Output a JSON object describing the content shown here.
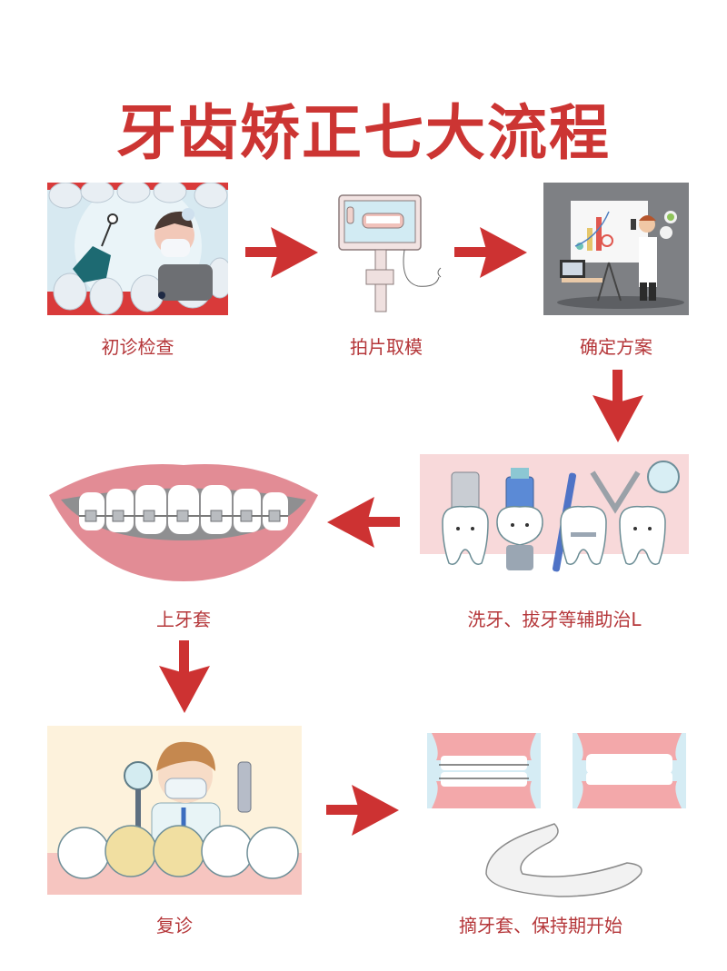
{
  "title": "牙齿矫正七大流程",
  "colors": {
    "title": "#cc3533",
    "caption": "#b5373a",
    "arrow": "#cd3232"
  },
  "steps": [
    {
      "order": 1,
      "label": "初诊检查",
      "image": "dentist-examining-patient-illustration"
    },
    {
      "order": 2,
      "label": "拍片取模",
      "image": "intraoral-scanner-monitor-illustration"
    },
    {
      "order": 3,
      "label": "确定方案",
      "image": "doctor-presenting-chart-illustration"
    },
    {
      "order": 4,
      "label": "洗牙、拔牙等辅助治L",
      "image": "cartoon-teeth-with-dental-tools-illustration"
    },
    {
      "order": 5,
      "label": "上牙套",
      "image": "smile-with-braces-illustration"
    },
    {
      "order": 6,
      "label": "复诊",
      "image": "doctor-with-cartoon-teeth-illustration"
    },
    {
      "order": 7,
      "label": "摘牙套、保持期开始",
      "image": "before-after-teeth-and-retainer-illustration"
    }
  ],
  "arrows": [
    {
      "from": 1,
      "to": 2,
      "direction": "right"
    },
    {
      "from": 2,
      "to": 3,
      "direction": "right"
    },
    {
      "from": 3,
      "to": 4,
      "direction": "down"
    },
    {
      "from": 4,
      "to": 5,
      "direction": "left"
    },
    {
      "from": 5,
      "to": 6,
      "direction": "down"
    },
    {
      "from": 6,
      "to": 7,
      "direction": "right"
    }
  ]
}
